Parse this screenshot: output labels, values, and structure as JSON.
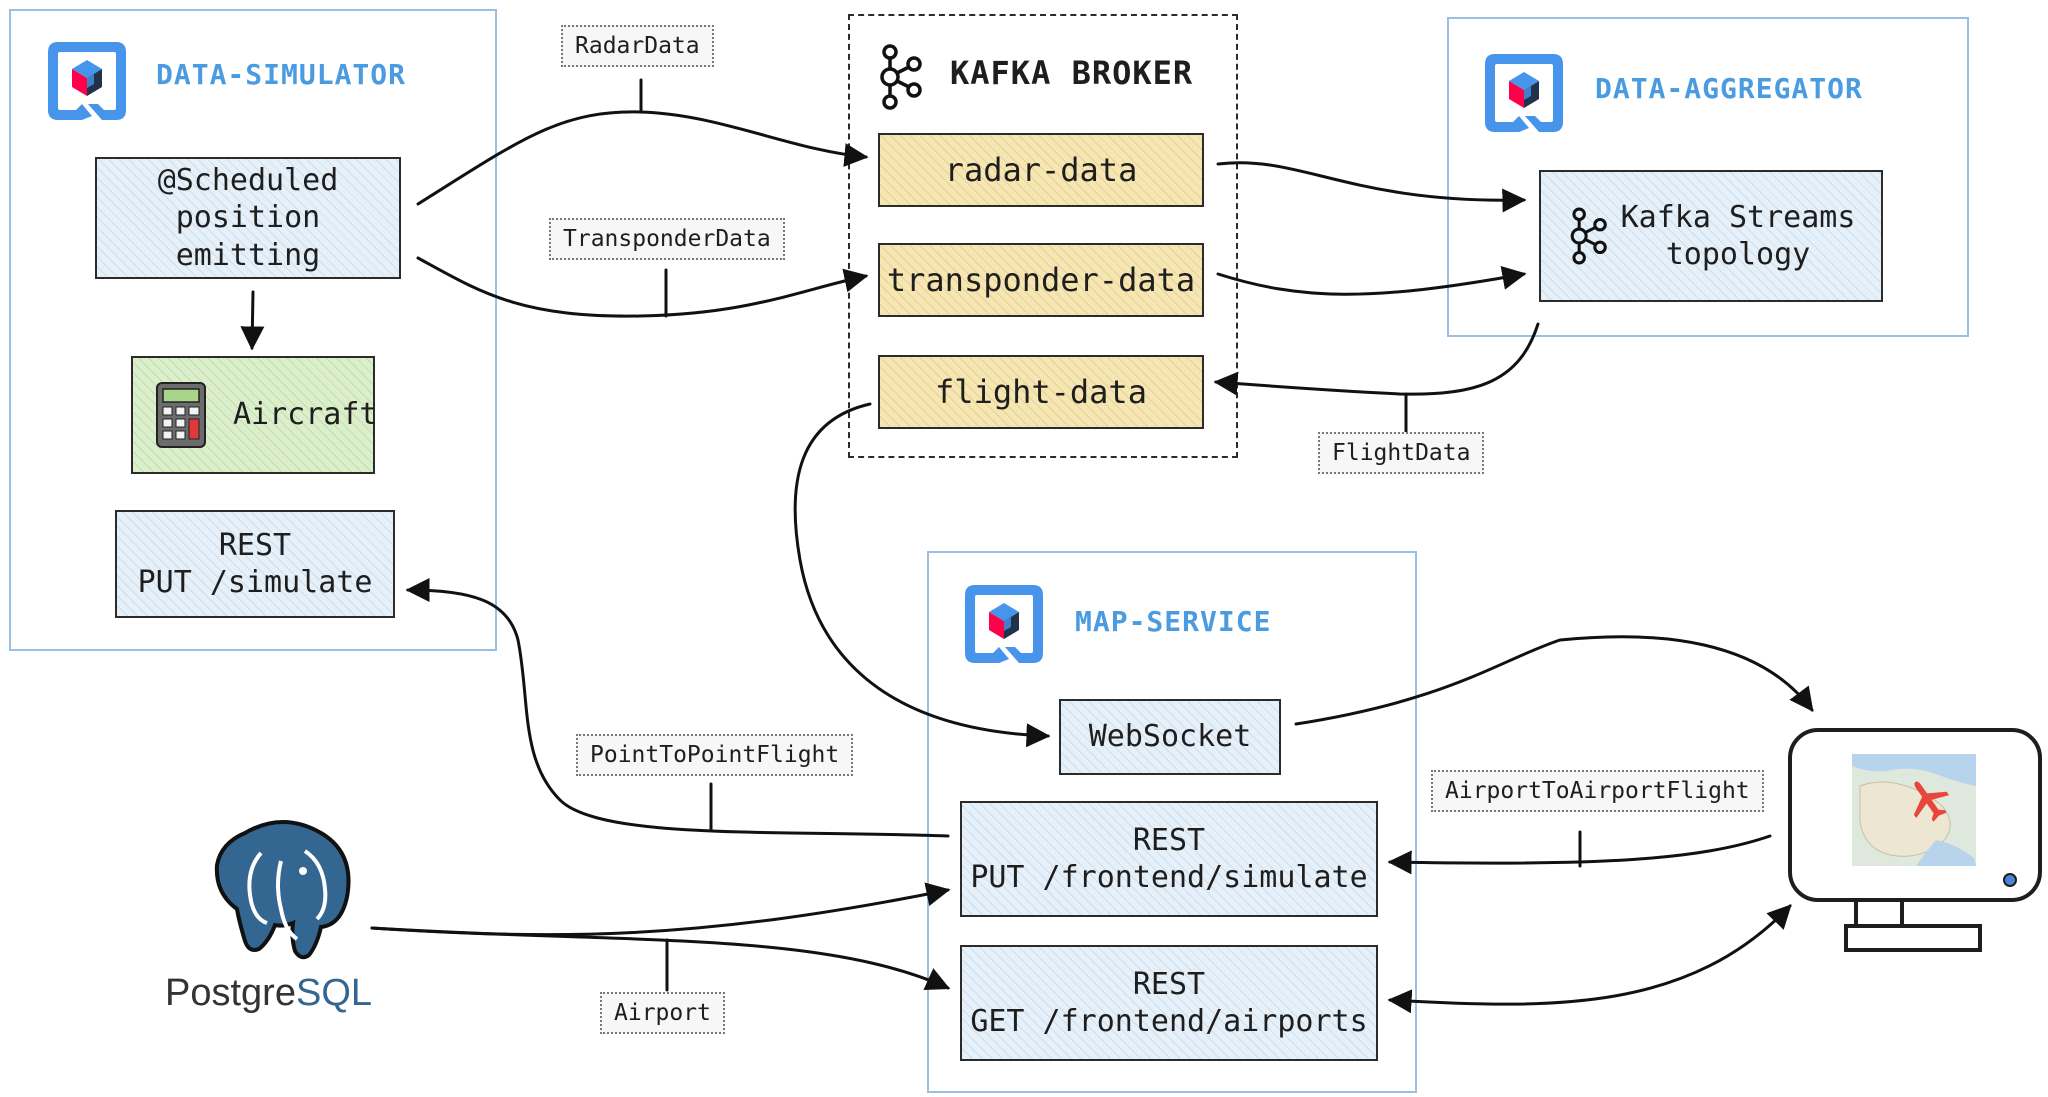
{
  "services": {
    "data_simulator": {
      "title": "DATA-SIMULATOR",
      "scheduled_box": "@Scheduled\nposition emitting",
      "aircraft_box": "Aircraft",
      "rest_box": "REST\nPUT /simulate"
    },
    "data_aggregator": {
      "title": "DATA-AGGREGATOR",
      "streams_box": "Kafka Streams\ntopology"
    },
    "map_service": {
      "title": "MAP-SERVICE",
      "websocket_box": "WebSocket",
      "rest_simulate_box": "REST\nPUT /frontend/simulate",
      "rest_airports_box": "REST\nGET /frontend/airports"
    }
  },
  "kafka_broker": {
    "title": "KAFKA BROKER",
    "topics": [
      "radar-data",
      "transponder-data",
      "flight-data"
    ]
  },
  "edge_labels": {
    "radar": "RadarData",
    "transponder": "TransponderData",
    "flight": "FlightData",
    "point_to_point": "PointToPointFlight",
    "airport_to_airport": "AirportToAirportFlight",
    "airport": "Airport"
  },
  "postgres": {
    "name_part1": "Postgre",
    "name_part2": "SQL"
  },
  "icons": {
    "quarkus": "quarkus-logo-icon",
    "kafka": "kafka-icon",
    "calculator": "calculator-icon",
    "postgres": "postgresql-elephant-icon",
    "monitor": "monitor-map-icon",
    "plane": "airplane-icon"
  },
  "colors": {
    "service_border": "#9bbfe3",
    "service_title": "#4a9be0",
    "topic_fill": "#f6e6b3",
    "aircraft_fill": "#dcefcc",
    "box_fill": "#e6f0f8",
    "postgres_blue": "#336791",
    "plane_red": "#e8453c"
  }
}
